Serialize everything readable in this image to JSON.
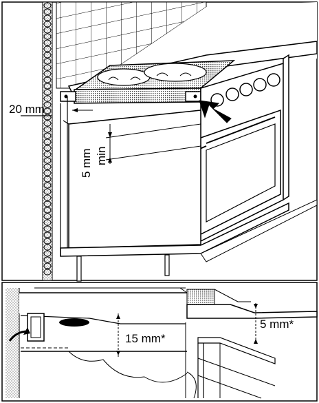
{
  "upper_panel": {
    "side_gap_label": "20 mm",
    "vertical_gap_value": "5 mm",
    "vertical_gap_suffix": "min"
  },
  "lower_panel": {
    "depth_label": "15 mm*",
    "top_gap_label": "5 mm*"
  },
  "colors": {
    "line": "#000000",
    "background": "#ffffff",
    "hatch": "#888888"
  }
}
